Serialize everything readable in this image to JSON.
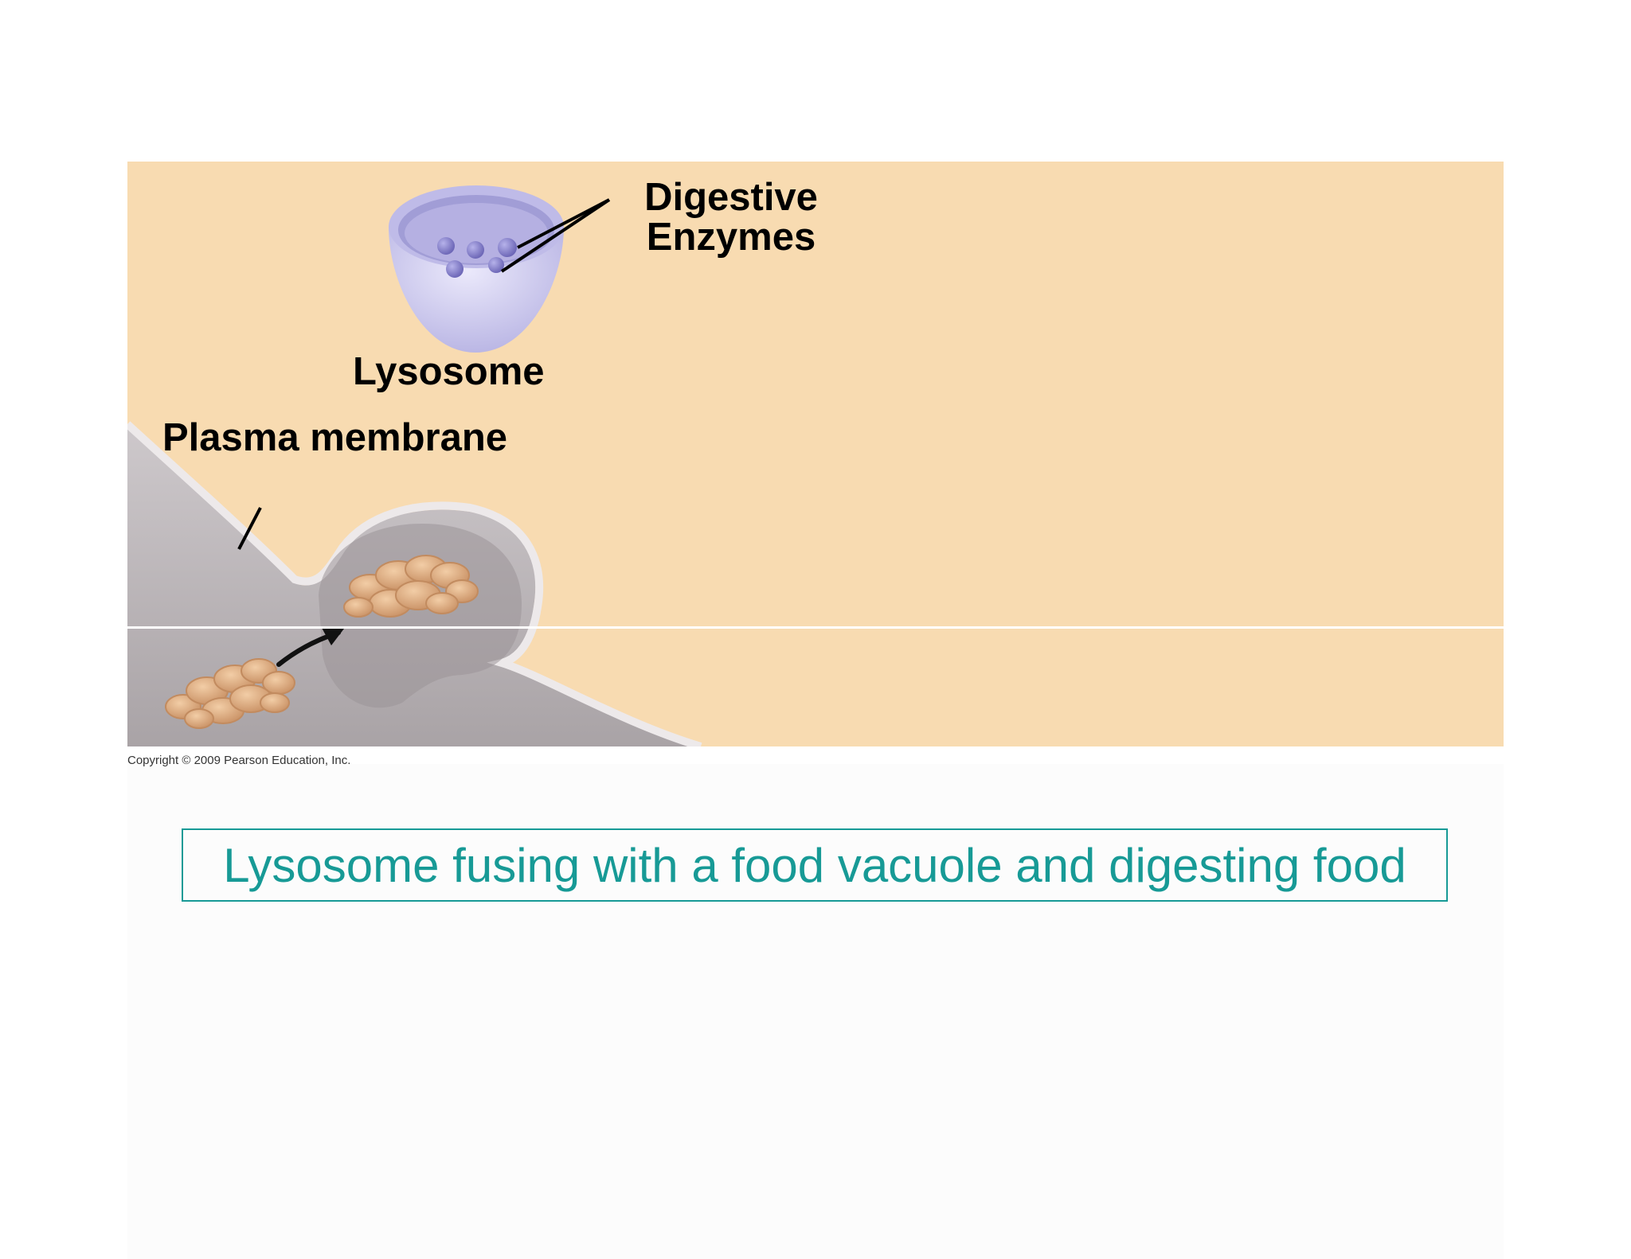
{
  "colors": {
    "background_fill": "#f8dbb1",
    "membrane": "#bfb9bc",
    "lysosome": "#c9c6ec",
    "enzyme": "#8c86cf",
    "food": "#d8a67a",
    "caption": "#179a96"
  },
  "labels": {
    "enzymes_line1": "Digestive",
    "enzymes_line2": "Enzymes",
    "lysosome": "Lysosome",
    "plasma_membrane": "Plasma membrane"
  },
  "copyright": "Copyright © 2009 Pearson Education, Inc.",
  "caption": "Lysosome fusing with a food vacuole and digesting food"
}
